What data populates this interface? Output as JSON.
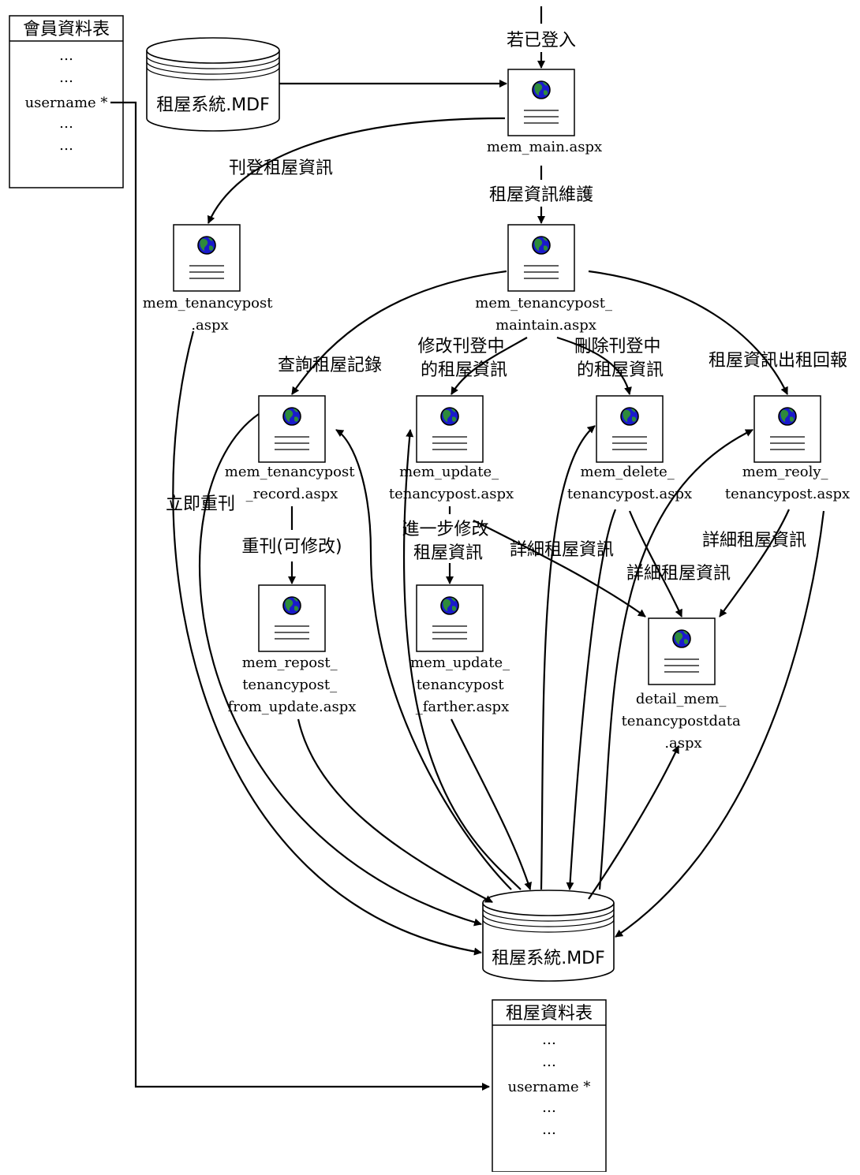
{
  "colors": {
    "line": "#000000",
    "globe_ocean": "#1a1acc",
    "globe_land": "#2e8b3a",
    "page_bg": "#ffffff"
  },
  "icons": {
    "page": "web-page-globe-icon",
    "db": "database-cylinder-icon"
  },
  "entry_label": "若已登入",
  "member_table": {
    "title": "會員資料表",
    "rows": [
      "…",
      "…",
      "username *",
      "…",
      "…"
    ]
  },
  "rental_table": {
    "title": "租屋資料表",
    "rows": [
      "…",
      "…",
      "username *",
      "…",
      "…"
    ]
  },
  "db_top": {
    "label": "租屋系統.MDF"
  },
  "db_bottom": {
    "label": "租屋系統.MDF"
  },
  "pages": {
    "mem_main": [
      "mem_main.aspx"
    ],
    "tenancypost": [
      "mem_tenancypost",
      ".aspx"
    ],
    "maintain": [
      "mem_tenancypost_",
      "maintain.aspx"
    ],
    "record": [
      "mem_tenancypost",
      "_record.aspx"
    ],
    "update": [
      "mem_update_",
      "tenancypost.aspx"
    ],
    "delete": [
      "mem_delete_",
      "tenancypost.aspx"
    ],
    "reply": [
      "mem_reoly_",
      "tenancypost.aspx"
    ],
    "repost": [
      "mem_repost_",
      "tenancypost_",
      "from_update.aspx"
    ],
    "farther": [
      "mem_update_",
      "tenancypost",
      "_farther.aspx"
    ],
    "detail": [
      "detail_mem_",
      "tenancypostdata",
      ".aspx"
    ]
  },
  "labels": {
    "post_info": [
      "刊登租屋資訊"
    ],
    "maintain_info": [
      "租屋資訊維護"
    ],
    "query_records": [
      "查詢租屋記錄"
    ],
    "edit_posted": [
      "修改刊登中",
      "的租屋資訊"
    ],
    "delete_posted": [
      "刪除刊登中",
      "的租屋資訊"
    ],
    "report_rented": [
      "租屋資訊出租回報"
    ],
    "repost_now": [
      "立即重刊"
    ],
    "repost_edit": [
      "重刊(可修改)"
    ],
    "further_edit": [
      "進一步修改",
      "租屋資訊"
    ],
    "detail_a": [
      "詳細租屋資訊"
    ],
    "detail_b": [
      "詳細租屋資訊"
    ],
    "detail_c": [
      "詳細租屋資訊"
    ]
  }
}
